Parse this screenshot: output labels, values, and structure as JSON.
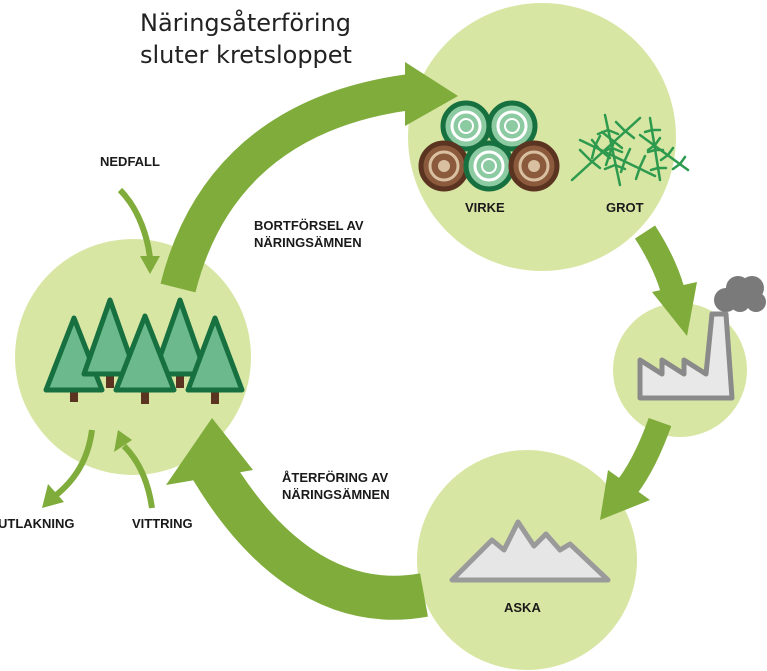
{
  "title": {
    "line1": "Näringsåterföring",
    "line2": "sluter kretsloppet"
  },
  "labels": {
    "nedfall": "NEDFALL",
    "bortforsel_line1": "BORTFÖRSEL AV",
    "bortforsel_line2": "NÄRINGSÄMNEN",
    "aterforing_line1": "ÅTERFÖRING AV",
    "aterforing_line2": "NÄRINGSÄMNEN",
    "virke": "VIRKE",
    "grot": "GROT",
    "aska": "ASKA",
    "utlakning": "UTLAKNING",
    "vittring": "VITTRING"
  },
  "colors": {
    "circle_fill": "#d8e6a4",
    "arrow_green": "#7fac3a",
    "tree_fill": "#6bb98c",
    "tree_outline": "#17703f",
    "trunk": "#5a3420",
    "log_ring_dark": "#5a3420",
    "log_ring_light": "#8ccaa2",
    "grot_green": "#2d9a4e",
    "factory_fill": "#e8e8e8",
    "factory_outline": "#8a8a8a",
    "smoke": "#7a7a7a",
    "mountain_fill": "#e6e6e6",
    "mountain_outline": "#9a9a9a"
  },
  "icons": [
    "tree-icon",
    "log-pile-icon",
    "branches-icon",
    "factory-icon",
    "smoke-icon",
    "ash-mountain-icon"
  ]
}
